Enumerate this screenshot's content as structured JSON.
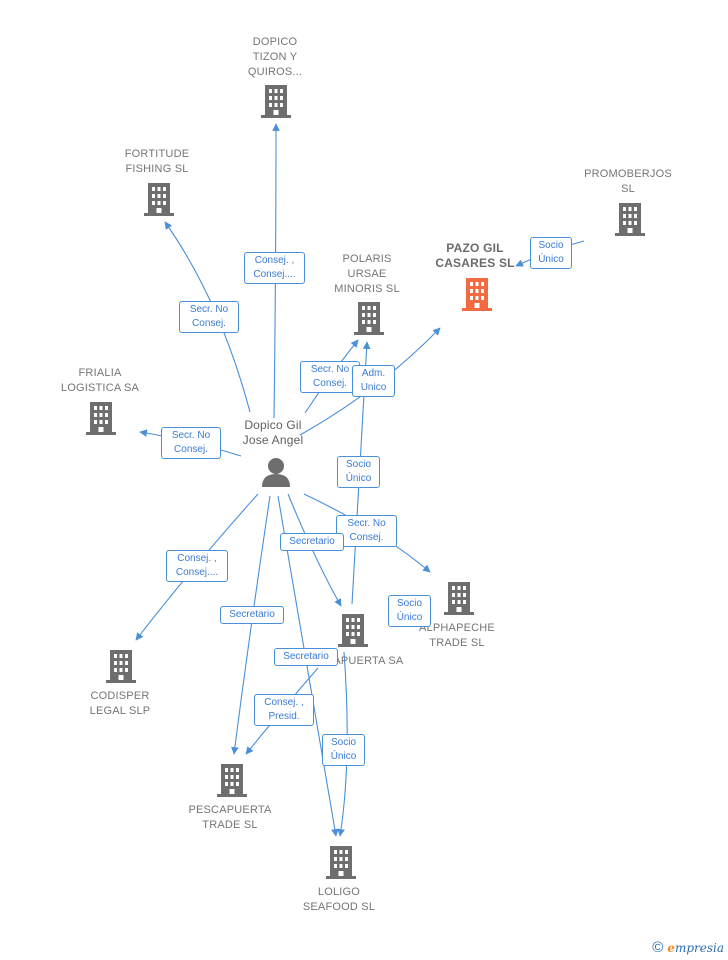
{
  "colors": {
    "edge": "#4a90d9",
    "building": "#6e6e6e",
    "focus": "#f26a3d",
    "person": "#6e6e6e"
  },
  "nodes": {
    "dopico_tizon": {
      "label": "DOPICO\nTIZON Y\nQUIROS..."
    },
    "fortitude": {
      "label": "FORTITUDE\nFISHING  SL"
    },
    "promoberjos": {
      "label": "PROMOBERJOS\nSL"
    },
    "pazo_gil": {
      "label": "PAZO GIL\nCASARES  SL"
    },
    "polaris": {
      "label": "POLARIS\nURSAE\nMINORIS  SL"
    },
    "frialia": {
      "label": "FRIALIA\nLOGISTICA SA"
    },
    "person": {
      "label": "Dopico Gil\nJose Angel"
    },
    "codisper": {
      "label": "CODISPER\nLEGAL  SLP"
    },
    "alphapeche": {
      "label": "ALPHAPECHE\nTRADE  SL"
    },
    "pescapuerta_sa": {
      "label": "PESCAPUERTA SA"
    },
    "pescapuerta_trade": {
      "label": "PESCAPUERTA\nTRADE  SL"
    },
    "loligo": {
      "label": "LOLIGO\nSEAFOOD  SL"
    }
  },
  "edges": {
    "e1": "Consej. ,\nConsej....",
    "e2": "Secr.  No\nConsej.",
    "e3": "Socio\nÚnico",
    "e4": "Secr.  No\nConsej.",
    "e5": "Adm.\nUnico",
    "e6": "Secr.  No\nConsej.",
    "e7": "Socio\nÚnico",
    "e8": "Secr.  No\nConsej.",
    "e9": "Secretario",
    "e10": "Consej. ,\nConsej....",
    "e11": "Socio\nÚnico",
    "e12": "Secretario",
    "e13": "Secretario",
    "e14": "Consej. ,\nPresid.",
    "e15": "Socio\nÚnico"
  },
  "footer": {
    "copyright": "©",
    "brand_first": "e",
    "brand_rest": "mpresia"
  }
}
